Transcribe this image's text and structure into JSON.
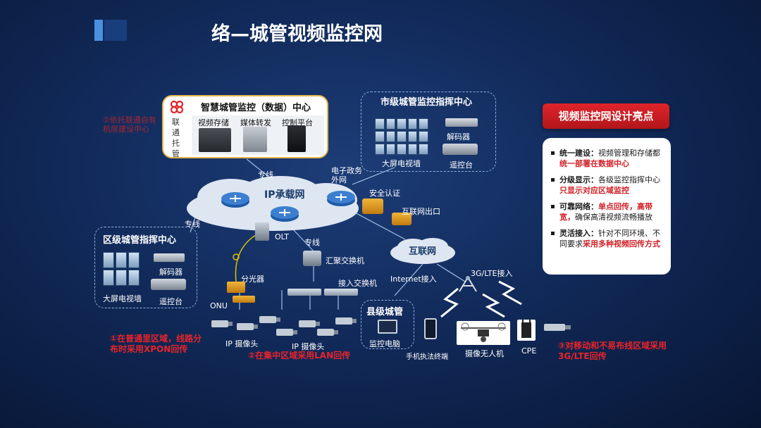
{
  "slide": {
    "title": "络—城管视频监控网"
  },
  "data_center": {
    "title": "智慧城管监控（数据）中心",
    "unicom": "联通托管",
    "items": [
      "视频存储",
      "媒体转发",
      "控制平台"
    ],
    "note": "①依托联通自有机房建设中心"
  },
  "city_center": {
    "title": "市级城管监控指挥中心",
    "wall": "大屏电视墙",
    "decoder": "解码器",
    "console": "遥控台"
  },
  "district_center": {
    "title": "区级城管指挥中心",
    "wall": "大屏电视墙",
    "decoder": "解码器",
    "console": "遥控台"
  },
  "county": {
    "title": "县级城管",
    "pc": "监控电脑"
  },
  "network": {
    "ip_cloud": "IP承载网",
    "internet_cloud": "互联网",
    "router": "ROUTER",
    "private_line_1": "专线",
    "private_line_2": "专线",
    "private_line_3": "专线",
    "egov": "电子政务外网",
    "security": "安全认证",
    "internet_exit": "互联网出口",
    "olt": "OLT",
    "agg_switch": "汇聚交换机",
    "splitter": "分光器",
    "onu": "ONU",
    "access_switch": "接入交换机",
    "internet_access": "Internet接入",
    "lte_access": "3G/LTE接入",
    "ip_camera_1": "IP 摄像头",
    "ip_camera_2": "IP 摄像头",
    "mobile": "手机执法终端",
    "drone": "摄像无人机",
    "cpe": "CPE"
  },
  "notes": {
    "xpon": "①在普通里区域，线路分布时采用XPON回传",
    "lan": "②在集中区域采用LAN回传",
    "lte": "③对移动和不易布线区域采用3G/LTE回传"
  },
  "highlights": {
    "button": "视频监控网设计亮点",
    "items": [
      {
        "head": "统一建设：",
        "text": "视频管理和存储都",
        "hl": "统一部署在数据中心"
      },
      {
        "head": "分级显示：",
        "text": "各级监控指挥中心",
        "hl": "只显示对应区域监控"
      },
      {
        "head": "可靠网络：",
        "hl": "单点回传，高带宽，",
        "text": "确保高清视频流畅播放"
      },
      {
        "head": "灵活接入：",
        "text": "针对不同环境、不同要求",
        "hl": "采用多种视频回传方式"
      }
    ]
  },
  "colors": {
    "accent_red": "#e8242a",
    "background": "#112a5a"
  }
}
